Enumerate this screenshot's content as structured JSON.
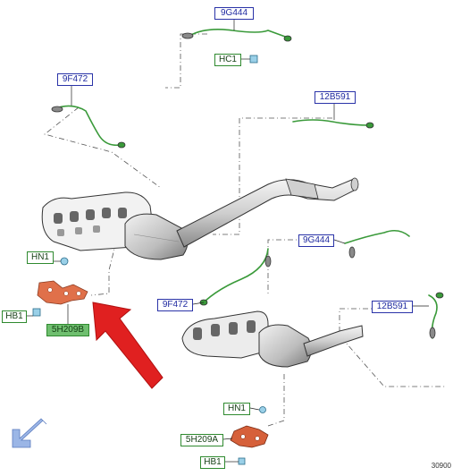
{
  "labels": {
    "sensor_top": "9G444",
    "connector_top": "HC1",
    "sensor_left": "9F472",
    "sensor_right_top": "12B591",
    "nut_upper": "HN1",
    "bolt_upper": "HB1",
    "gasket_upper": "5H209B",
    "sensor_mid_right": "9G444",
    "sensor_mid_left": "9F472",
    "sensor_right_low": "12B591",
    "nut_lower": "HN1",
    "gasket_lower": "5H209A",
    "bolt_lower": "HB1"
  },
  "diagram_code": "30900",
  "colors": {
    "label_blue": "#2a33a8",
    "label_green": "#2f8a2f",
    "wire_green": "#3a9a3a",
    "gasket_orange": "#e0704a",
    "arrow_red": "#e02020",
    "part_gray": "#888888",
    "nav_arrow_blue": "#9bb6e6"
  },
  "icons": {
    "nav_arrow": "arrow-down-left-icon",
    "highlight_arrow": "arrow-up-left-icon"
  }
}
